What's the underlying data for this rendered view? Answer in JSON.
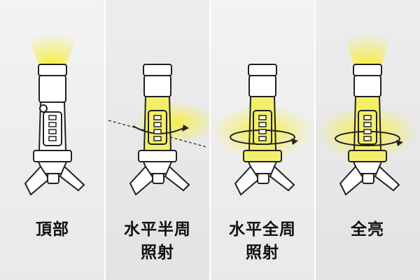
{
  "colors": {
    "glow": "#f7ef3a",
    "glow_soft": "#fbf7a8",
    "outline": "#222222",
    "body": "#ffffff",
    "lit_body": "#f4ef6a",
    "panel_light": "#f2f2f2",
    "panel_dark": "#e6e6e6"
  },
  "panels": [
    {
      "mode": "top",
      "label_lines": [
        "頂部",
        ""
      ]
    },
    {
      "mode": "horizontal-half",
      "label_lines": [
        "水平半周",
        "照射"
      ]
    },
    {
      "mode": "horizontal-full",
      "label_lines": [
        "水平全周",
        "照射"
      ]
    },
    {
      "mode": "all",
      "label_lines": [
        "全亮",
        ""
      ]
    }
  ]
}
